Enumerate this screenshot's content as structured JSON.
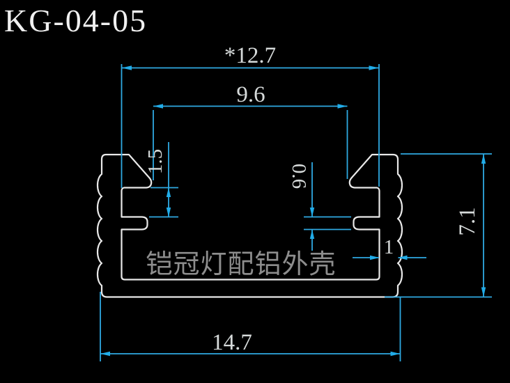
{
  "title": "KG-04-05",
  "watermark": "铠冠灯配铝外壳",
  "dimensions": {
    "top_opening_width": "*12.7",
    "hook_tip_span": "9.6",
    "hook_to_rib_gap": "1.5",
    "rib_thickness": "0.6",
    "wall_thickness": "1",
    "overall_height": "7.1",
    "overall_width": "14.7"
  },
  "colors": {
    "background": "#000000",
    "profile_line": "#e9e9e9",
    "dimension_line": "#2fa9e2",
    "dimension_arrow": "#21ace8",
    "dimension_text": "#d6dada",
    "title_text": "#f0f0f0",
    "watermark_text": "#8d8d8d"
  }
}
